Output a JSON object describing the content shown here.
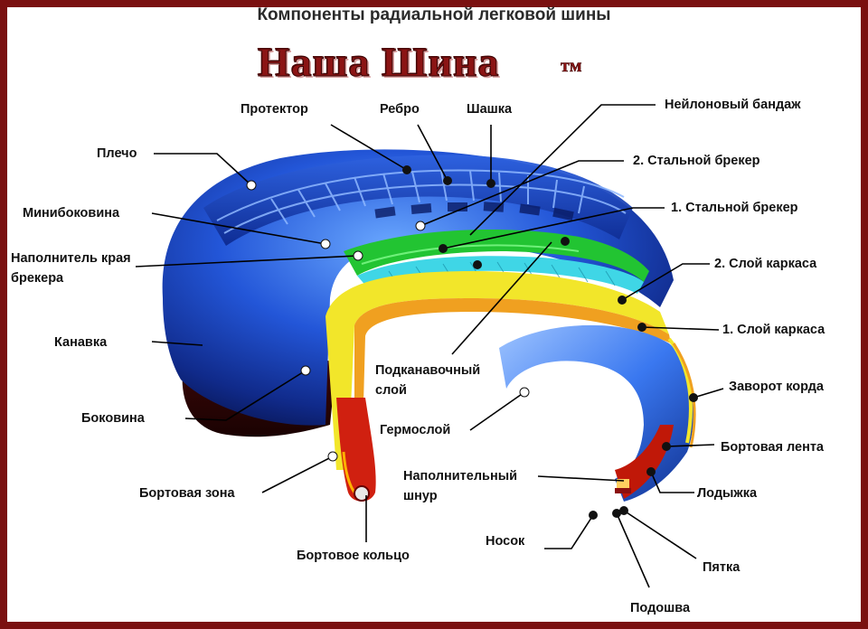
{
  "title": "Компоненты радиальной легковой шины",
  "brand": {
    "name": "Наша Шина",
    "mark": "тм"
  },
  "labels": {
    "protector": "Протектор",
    "rib": "Ребро",
    "block": "Шашка",
    "nylon_band": "Нейлоновый бандаж",
    "shoulder": "Плечо",
    "steel_breaker_2": "2. Стальной брекер",
    "mini_sidewall": "Минибоковина",
    "steel_breaker_1": "1. Стальной брекер",
    "breaker_edge_filler_1": "Наполнитель края",
    "breaker_edge_filler_2": "брекера",
    "carcass_ply_2": "2. Слой каркаса",
    "groove": "Канавка",
    "carcass_ply_1": "1. Слой каркаса",
    "subgroove_1": "Подканавочный",
    "subgroove_2": "слой",
    "cord_turnup": "Заворот корда",
    "sidewall": "Боковина",
    "inner_liner": "Гермослой",
    "bead_tape": "Бортовая лента",
    "filler_cord_1": "Наполнительный",
    "filler_cord_2": "шнур",
    "bead_zone": "Бортовая зона",
    "ankle": "Лодыжка",
    "toe": "Носок",
    "bead_ring": "Бортовое кольцо",
    "heel": "Пятка",
    "sole": "Подошва"
  },
  "colors": {
    "frame": "#7a1010",
    "brand": "#8b1414",
    "tread": "#1e4fd0",
    "breaker_green": "#22c432",
    "breaker_cyan": "#3fd6e6",
    "carcass_yellow": "#f2e62a",
    "bead_red": "#d02010"
  }
}
